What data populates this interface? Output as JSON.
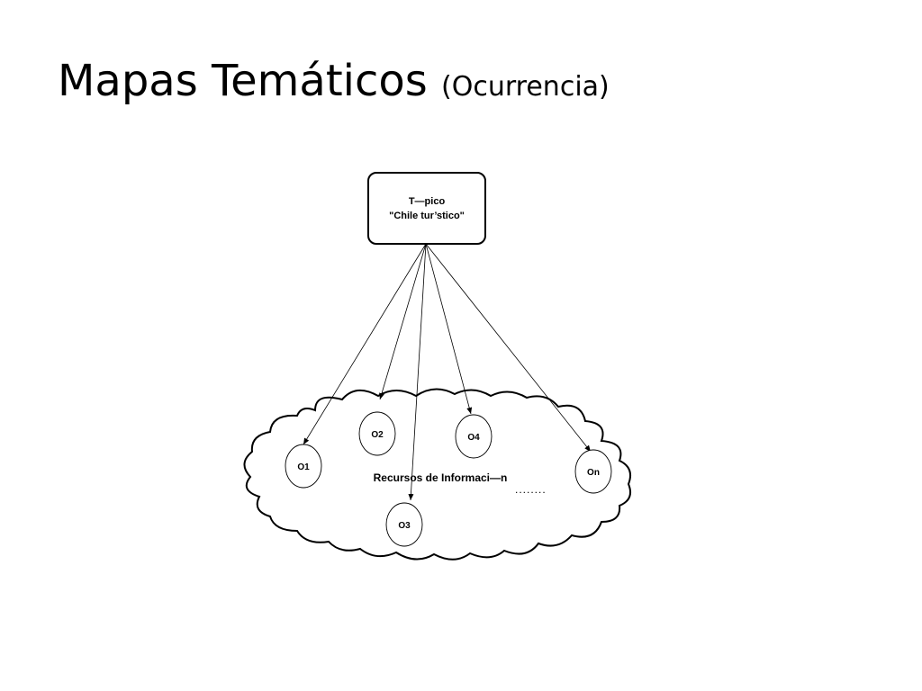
{
  "slide": {
    "title": "Mapas Temáticos",
    "subtitle_open": "(",
    "subtitle": "Ocurrencia",
    "subtitle_close": ")"
  },
  "diagram": {
    "topic": {
      "line1": "T—pico",
      "line2": "\"Chile tur’stico\""
    },
    "cloud_label": "Recursos de Informaci—n",
    "ellipsis": "........",
    "occurrences": [
      {
        "label": "O1"
      },
      {
        "label": "O2"
      },
      {
        "label": "O3"
      },
      {
        "label": "O4"
      },
      {
        "label": "On"
      }
    ]
  }
}
